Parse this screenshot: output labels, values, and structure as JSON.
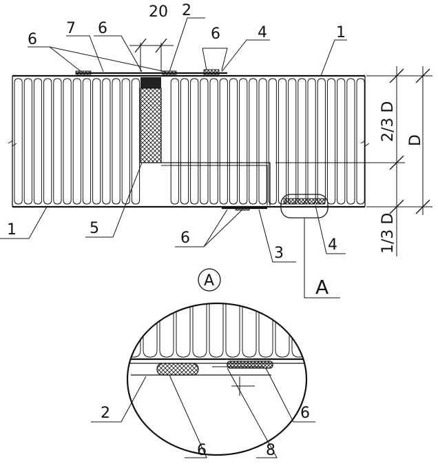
{
  "labels": {
    "n1_top_right": "1",
    "n1_bottom_left": "1",
    "n2_top": "2",
    "n20_top": "20",
    "n6_top_left": "6",
    "n6_top_mid": "6",
    "n6_top_right": "6",
    "n7_top": "7",
    "n4_top": "4",
    "n5_bottom": "5",
    "n6_bottom": "6",
    "n3_bottom": "3",
    "n4_bottom": "4",
    "detail_callout": "A",
    "detail_circle": "A",
    "n2_detail": "2",
    "n6_detail_left": "6",
    "n6_detail_right": "6",
    "n8_detail": "8"
  },
  "dimensions": {
    "total": "D",
    "upper": "2/3 D",
    "lower": "1/3 D"
  },
  "colors": {
    "ink": "#111111",
    "background": "#ffffff"
  }
}
